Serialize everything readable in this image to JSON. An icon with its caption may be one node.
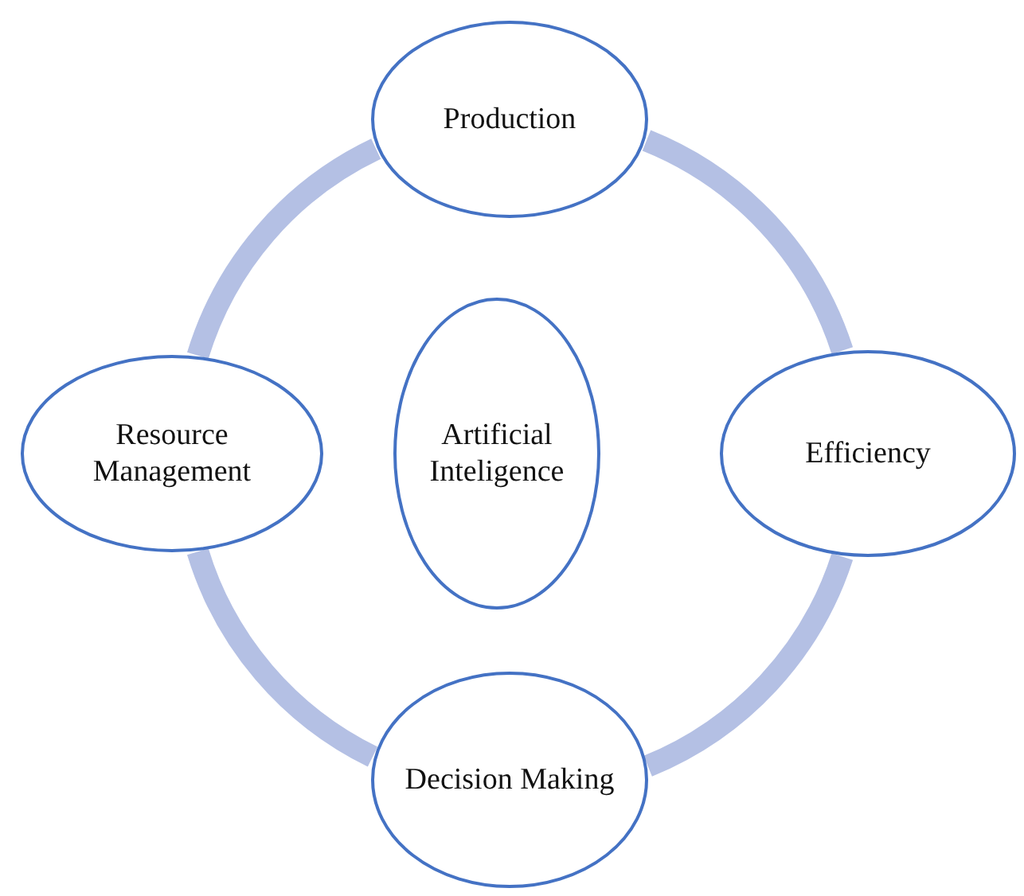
{
  "diagram": {
    "nodes": [
      {
        "text": [
          "Production"
        ]
      },
      {
        "text": [
          "Resource Management"
        ]
      },
      {
        "text": [
          "Artificial Inteligence"
        ]
      },
      {
        "text": [
          "Efficiency"
        ]
      },
      {
        "text": [
          "Decision Making"
        ]
      }
    ],
    "edges": [
      {
        "from": 0,
        "to": 3,
        "arrow": "none"
      },
      {
        "from": 3,
        "to": 4,
        "arrow": "none"
      },
      {
        "from": 4,
        "to": 1,
        "arrow": "none"
      },
      {
        "from": 1,
        "to": 0,
        "arrow": "none"
      }
    ]
  }
}
